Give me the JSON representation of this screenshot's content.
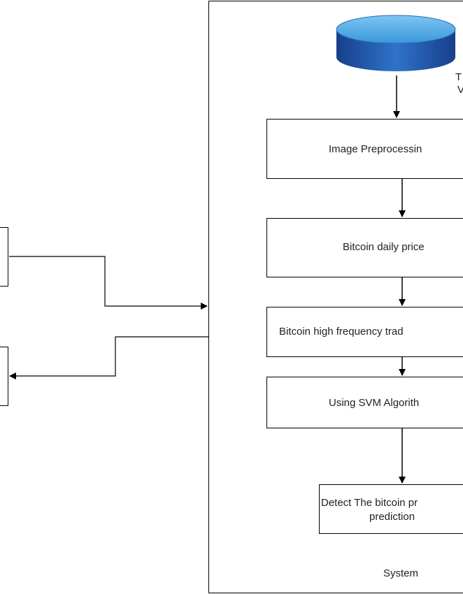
{
  "system": {
    "label": "System"
  },
  "database": {
    "caption_line1": "T",
    "caption_line2": "V"
  },
  "steps": [
    {
      "label": "Image Preprocessin"
    },
    {
      "label": "Bitcoin daily price"
    },
    {
      "label": "Bitcoin high frequency trad"
    },
    {
      "label": "Using SVM Algorith"
    },
    {
      "label_line1": "Detect The bitcoin pr",
      "label_line2": "prediction"
    }
  ],
  "colors": {
    "db_top": "#4aa9e6",
    "db_body": "#1f5fb0",
    "line": "#000000"
  }
}
